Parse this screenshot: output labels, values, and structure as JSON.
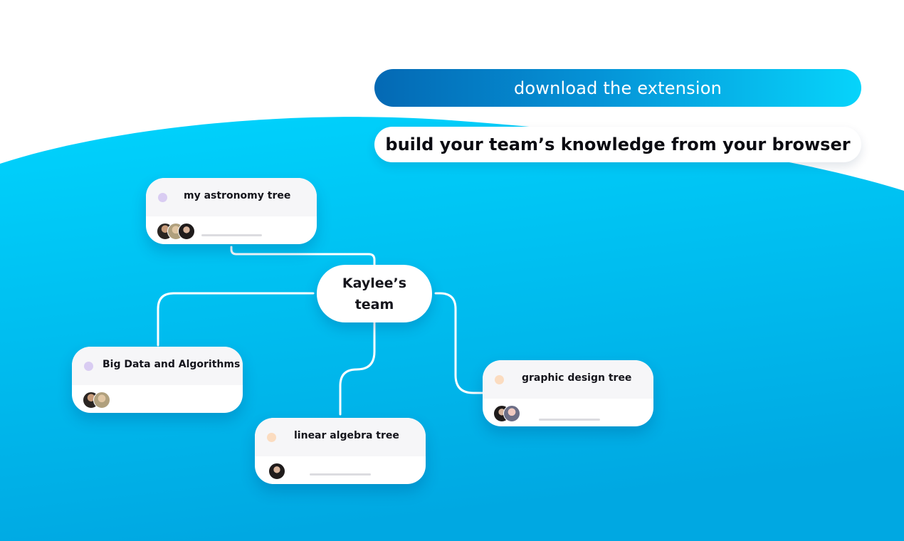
{
  "header": {
    "cta_label": "download the extension",
    "tagline": "build your team’s knowledge from your browser"
  },
  "center_node": {
    "line1": "Kaylee’s",
    "line2": "team"
  },
  "trees": [
    {
      "title": "my astronomy tree",
      "dot_color": "#d9ccf2"
    },
    {
      "title": "Big Data and Algorithms",
      "dot_color": "#d9ccf2"
    },
    {
      "title": "linear algebra tree",
      "dot_color": "#fbdcc0"
    },
    {
      "title": "graphic design tree",
      "dot_color": "#fbdcc0"
    }
  ],
  "colors": {
    "background_top": "#ffffff",
    "wave_light": "#00d3fd",
    "wave_dark": "#00a8e2",
    "cta_start": "#0469b4",
    "cta_end": "#06d4fb",
    "connector": "#ffffff"
  },
  "icons": {
    "avatar": "user-photo-avatar"
  }
}
